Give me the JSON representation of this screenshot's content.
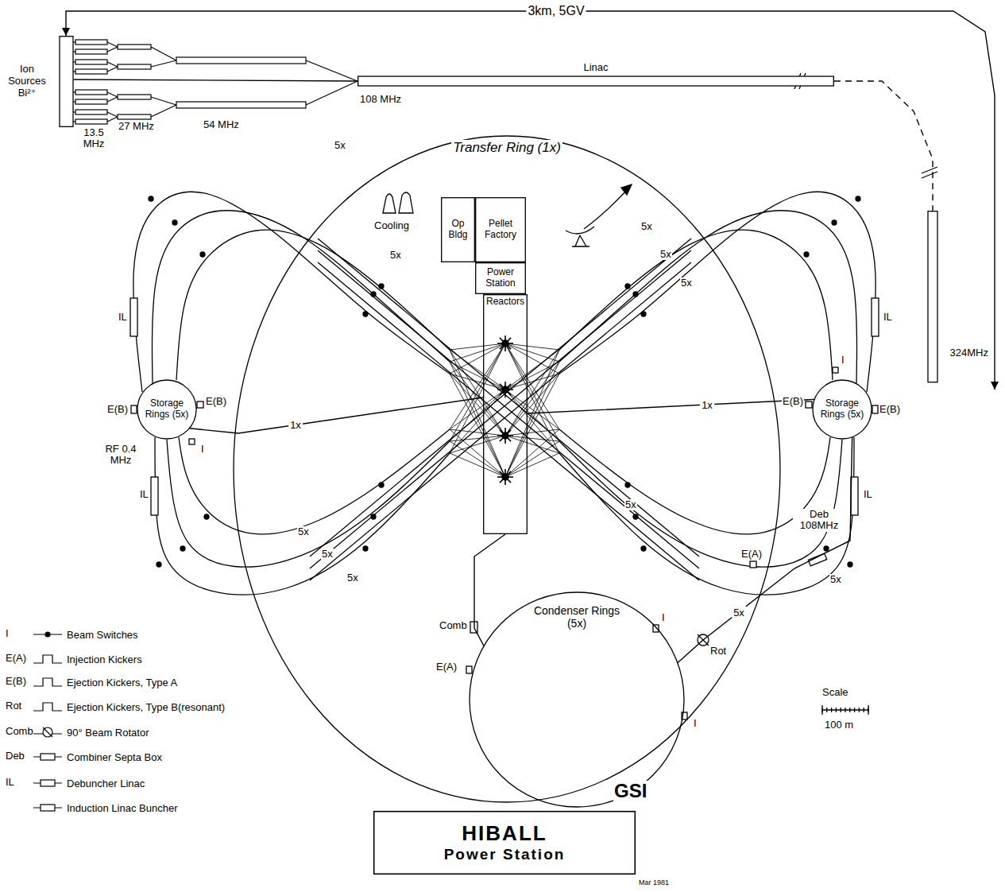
{
  "diagram": {
    "nodes": [
      {
        "text": [
          "Ion Sources Bi²⁺"
        ]
      },
      {
        "text": [
          "Linac"
        ]
      },
      {
        "text": [
          "324MHz"
        ]
      },
      {
        "text": [
          "Transfer Ring (1x)"
        ]
      },
      {
        "text": [
          "Op Bldg"
        ],
        "in": 3
      },
      {
        "text": [
          "Pellet Factory"
        ],
        "in": 3
      },
      {
        "text": [
          "Power Station"
        ],
        "in": 3
      },
      {
        "text": [
          "Reactors"
        ],
        "in": 3
      },
      {
        "text": [
          "Storage Rings (5x)"
        ]
      },
      {
        "text": [
          "Storage Rings (5x)"
        ]
      },
      {
        "text": [
          "Condenser Rings (5x)"
        ]
      },
      {
        "text": [
          "HIBALL",
          "Power Station"
        ]
      }
    ],
    "edges": [
      {
        "from": 0,
        "to": 1,
        "arrow": "none"
      },
      {
        "from": 1,
        "to": 2,
        "arrow": "none"
      },
      {
        "from": 0,
        "to": 2,
        "label": "3km, 5GV",
        "arrow": "both"
      },
      {
        "from": 8,
        "to": 7,
        "label": "1x",
        "arrow": "none"
      },
      {
        "from": 9,
        "to": 7,
        "label": "1x",
        "arrow": "none"
      },
      {
        "from": 10,
        "to": 7,
        "arrow": "none"
      },
      {
        "from": 10,
        "to": 9,
        "label": "5x",
        "arrow": "none"
      }
    ],
    "labels": [
      "13.5 MHz",
      "27 MHz",
      "54 MHz",
      "108 MHz",
      "Cooling",
      "5x",
      "5x",
      "5x",
      "5x",
      "5x",
      "5x",
      "5x",
      "5x",
      "5x",
      "5x",
      "IL",
      "IL",
      "IL",
      "IL",
      "E(B)",
      "E(B)",
      "E(B)",
      "E(B)",
      "I",
      "I",
      "RF 0.4 MHz",
      "Deb 108MHz",
      "E(A)",
      "E(A)",
      "Comb",
      "Rot",
      "I",
      "I",
      "GSI",
      "Mar 1981",
      "Scale",
      "100 m",
      "I",
      "E(A)",
      "E(B)",
      "Rot",
      "Comb",
      "Deb",
      "IL"
    ],
    "legend": [
      {
        "text": "Beam Switches"
      },
      {
        "text": "Injection Kickers"
      },
      {
        "text": "Ejection Kickers, Type A"
      },
      {
        "text": "Ejection Kickers, Type B(resonant)"
      },
      {
        "text": "90° Beam Rotator"
      },
      {
        "text": "Combiner Septa Box"
      },
      {
        "text": "Debuncher Linac"
      },
      {
        "text": "Induction Linac Buncher"
      }
    ]
  }
}
